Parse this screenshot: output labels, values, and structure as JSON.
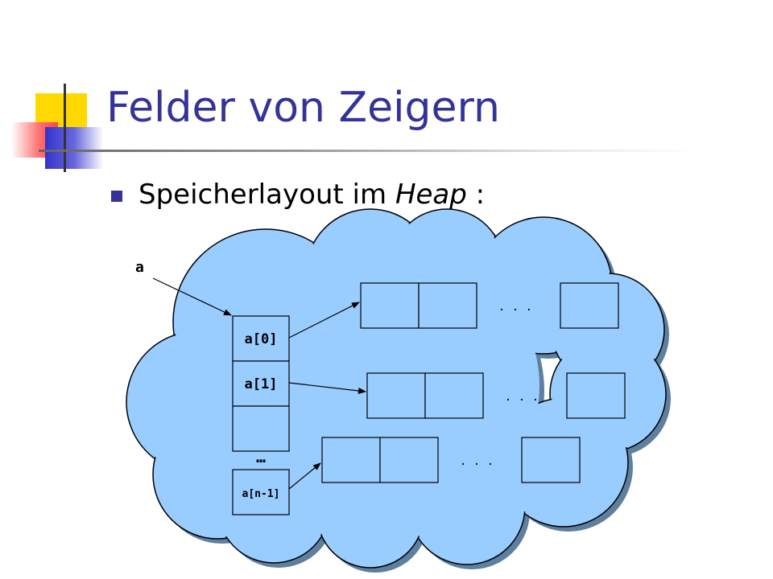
{
  "slide": {
    "title": "Felder von Zeigern",
    "bullet": {
      "prefix": "Speicherlayout im ",
      "emphasis": "Heap",
      "suffix": " :"
    }
  },
  "diagram": {
    "pointer_label": "a",
    "array_cells": [
      "a[0]",
      "a[1]",
      "",
      "a[n-1]"
    ],
    "array_ellipsis": "…",
    "row_ellipsis": ". . .",
    "colors": {
      "cloud_fill": "#99ccff",
      "cloud_shadow": "#5f7f9f",
      "cell_fill": "#99ccff",
      "stroke": "#000000",
      "title": "#333399"
    }
  }
}
